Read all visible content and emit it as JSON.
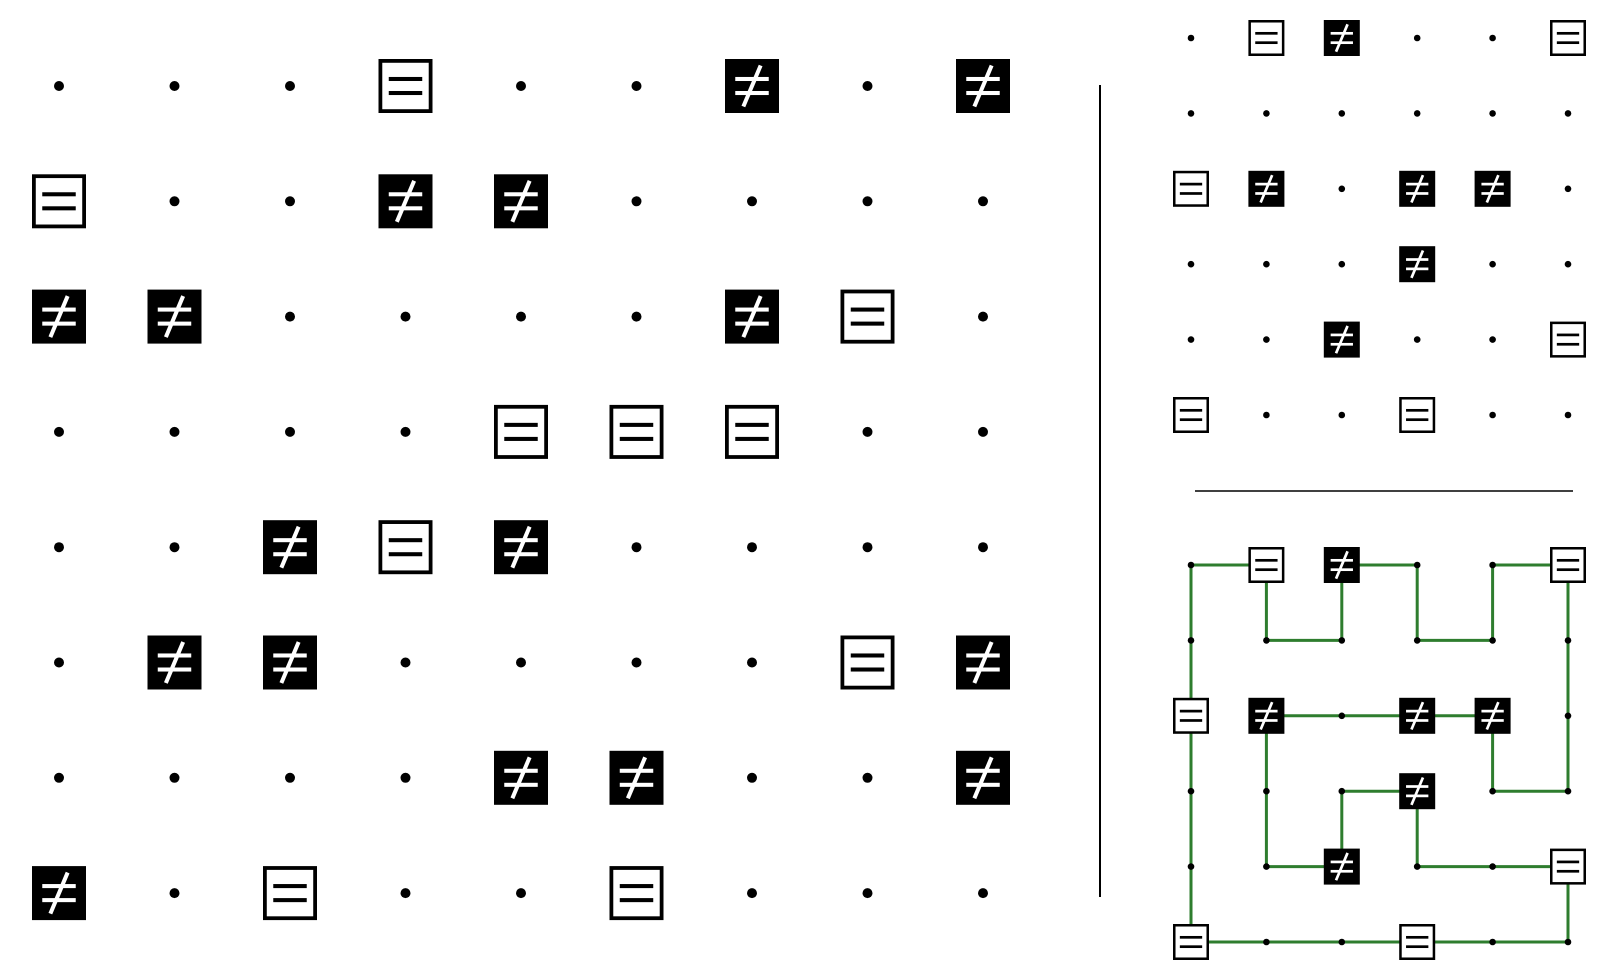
{
  "colors": {
    "background": "#ffffff",
    "ink": "#000000",
    "path": "#2e7d2e"
  },
  "icon_names": {
    "eq": "equal-sign-icon",
    "neq": "not-equal-sign-icon",
    "dot": "grid-dot"
  },
  "main_puzzle": {
    "rows": 8,
    "cols": 9,
    "grid": [
      [
        ".",
        ".",
        ".",
        "E",
        ".",
        ".",
        "N",
        ".",
        "N"
      ],
      [
        "E",
        ".",
        ".",
        "N",
        "N",
        ".",
        ".",
        ".",
        "."
      ],
      [
        "N",
        "N",
        ".",
        ".",
        ".",
        ".",
        "N",
        "E",
        "."
      ],
      [
        ".",
        ".",
        ".",
        ".",
        "E",
        "E",
        "E",
        ".",
        "."
      ],
      [
        ".",
        ".",
        "N",
        "E",
        "N",
        ".",
        ".",
        ".",
        "."
      ],
      [
        ".",
        "N",
        "N",
        ".",
        ".",
        ".",
        ".",
        "E",
        "N"
      ],
      [
        ".",
        ".",
        ".",
        ".",
        "N",
        "N",
        ".",
        ".",
        "N"
      ],
      [
        "N",
        ".",
        "E",
        ".",
        ".",
        "E",
        ".",
        ".",
        "."
      ]
    ]
  },
  "example_puzzle": {
    "rows": 6,
    "cols": 6,
    "grid": [
      [
        ".",
        "E",
        "N",
        ".",
        ".",
        "E"
      ],
      [
        ".",
        ".",
        ".",
        ".",
        ".",
        "."
      ],
      [
        "E",
        "N",
        ".",
        "N",
        "N",
        "."
      ],
      [
        ".",
        ".",
        ".",
        "N",
        ".",
        "."
      ],
      [
        ".",
        ".",
        "N",
        ".",
        ".",
        "E"
      ],
      [
        "E",
        ".",
        ".",
        "E",
        ".",
        "."
      ]
    ]
  },
  "example_solution": {
    "rows": 6,
    "cols": 6,
    "grid": [
      [
        ".",
        "E",
        "N",
        ".",
        ".",
        "E"
      ],
      [
        ".",
        ".",
        ".",
        ".",
        ".",
        "."
      ],
      [
        "E",
        "N",
        ".",
        "N",
        "N",
        "."
      ],
      [
        ".",
        ".",
        ".",
        "N",
        ".",
        "."
      ],
      [
        ".",
        ".",
        "N",
        ".",
        ".",
        "E"
      ],
      [
        "E",
        ".",
        ".",
        "E",
        ".",
        "."
      ]
    ],
    "loop": [
      [
        0,
        0
      ],
      [
        0,
        1
      ],
      [
        1,
        1
      ],
      [
        1,
        2
      ],
      [
        0,
        2
      ],
      [
        0,
        3
      ],
      [
        1,
        3
      ],
      [
        1,
        4
      ],
      [
        0,
        4
      ],
      [
        0,
        5
      ],
      [
        1,
        5
      ],
      [
        2,
        5
      ],
      [
        3,
        5
      ],
      [
        3,
        4
      ],
      [
        2,
        4
      ],
      [
        2,
        3
      ],
      [
        2,
        2
      ],
      [
        2,
        1
      ],
      [
        3,
        1
      ],
      [
        4,
        1
      ],
      [
        4,
        2
      ],
      [
        3,
        2
      ],
      [
        3,
        3
      ],
      [
        4,
        3
      ],
      [
        4,
        4
      ],
      [
        4,
        5
      ],
      [
        5,
        5
      ],
      [
        5,
        4
      ],
      [
        5,
        3
      ],
      [
        5,
        2
      ],
      [
        5,
        1
      ],
      [
        5,
        0
      ],
      [
        4,
        0
      ],
      [
        3,
        0
      ],
      [
        2,
        0
      ],
      [
        1,
        0
      ]
    ]
  }
}
